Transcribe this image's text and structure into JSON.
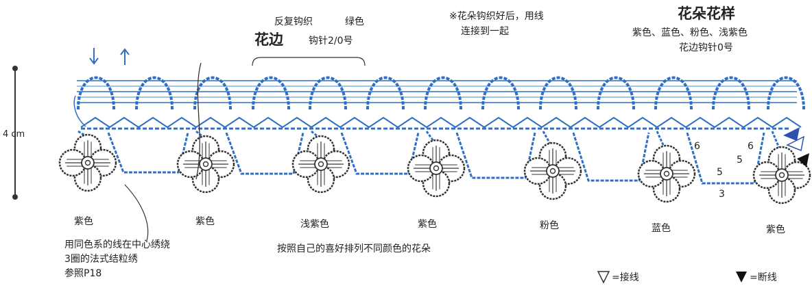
{
  "scale": {
    "label": "4 cm"
  },
  "header": {
    "repeat_note": "反复钩织",
    "repeat_color": "绿色",
    "edge_title": "花边",
    "edge_hook": "钩针2/0号",
    "join_note_line1": "※花朵钩织好后，用线",
    "join_note_line2": "连接到一起",
    "flower_title": "花朵花样",
    "flower_colors": "紫色、蓝色、粉色、浅紫色",
    "edge_hook2": "花边钩针0号"
  },
  "flowers": [
    {
      "color_label": "紫色"
    },
    {
      "color_label": "紫色"
    },
    {
      "color_label": "浅紫色"
    },
    {
      "color_label": "紫色"
    },
    {
      "color_label": "粉色"
    },
    {
      "color_label": "蓝色"
    },
    {
      "color_label": "紫色"
    }
  ],
  "stitch_counts": {
    "a": "6",
    "b": "6",
    "c": "5",
    "d": "5",
    "e": "3"
  },
  "notes": {
    "center_line1": "用同色系的线在中心绣绕",
    "center_line2": "3圈的法式结粒绣",
    "center_line3": "参照P18",
    "arrange": "按照自己的喜好排列不同颜色的花朵"
  },
  "legend": {
    "join_symbol": "▽",
    "join_label": "=接线",
    "cut_symbol": "▼",
    "cut_label": "=断线"
  },
  "colors": {
    "yarn": "#2f6fc4",
    "yarn_light": "#7fb0e6",
    "flower": "#333333",
    "text": "#222222"
  }
}
